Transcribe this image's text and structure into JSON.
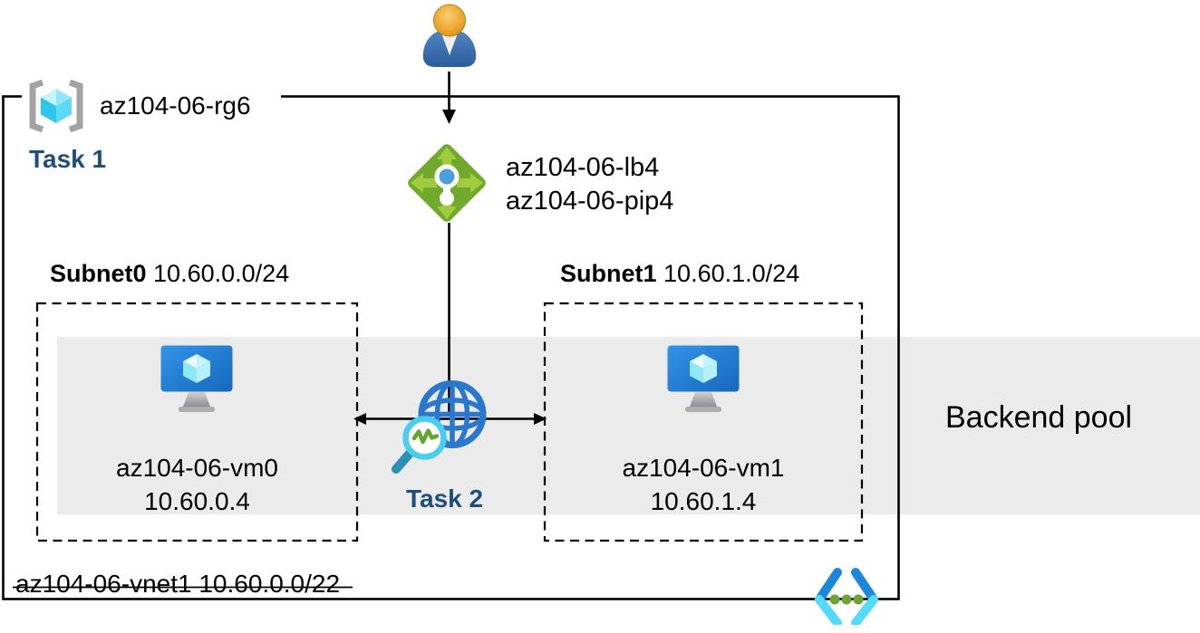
{
  "resource_group": {
    "name": "az104-06-rg6"
  },
  "tasks": {
    "task1": "Task 1",
    "task2": "Task 2"
  },
  "load_balancer": {
    "name": "az104-06-lb4",
    "public_ip": "az104-06-pip4"
  },
  "subnets": [
    {
      "name": "Subnet0",
      "cidr": "10.60.0.0/24",
      "vm": {
        "name": "az104-06-vm0",
        "ip": "10.60.0.4"
      }
    },
    {
      "name": "Subnet1",
      "cidr": "10.60.1.0/24",
      "vm": {
        "name": "az104-06-vm1",
        "ip": "10.60.1.4"
      }
    }
  ],
  "backend_pool": {
    "label": "Backend pool"
  },
  "vnet": {
    "name": "az104-06-vnet1",
    "cidr": "10.60.0.0/22"
  },
  "icons": {
    "user": "user-icon",
    "resource_group": "resource-group-icon",
    "load_balancer": "load-balancer-icon",
    "virtual_machine": "vm-monitor-icon",
    "network_test": "globe-magnifier-icon",
    "virtual_network": "vnet-chevron-icon"
  },
  "colors": {
    "task_text": "#1F4E79",
    "backend_pool_band": "#EBEBEB",
    "outline": "#000000",
    "lb_green_body": "#71A92C",
    "lb_green_arrows": "#A2CC40",
    "vm_screen_blue": "#1F7BD1",
    "cube_cyan": "#3FCDEF",
    "globe_blue": "#2B77CB",
    "magnifier_ring_cyan": "#4ACDEF",
    "magnifier_handle_teal": "#2C90B4",
    "chevron_dark_blue": "#1F87D9",
    "chevron_light_cyan": "#55DAFA",
    "dot_green": "#6BA435"
  }
}
